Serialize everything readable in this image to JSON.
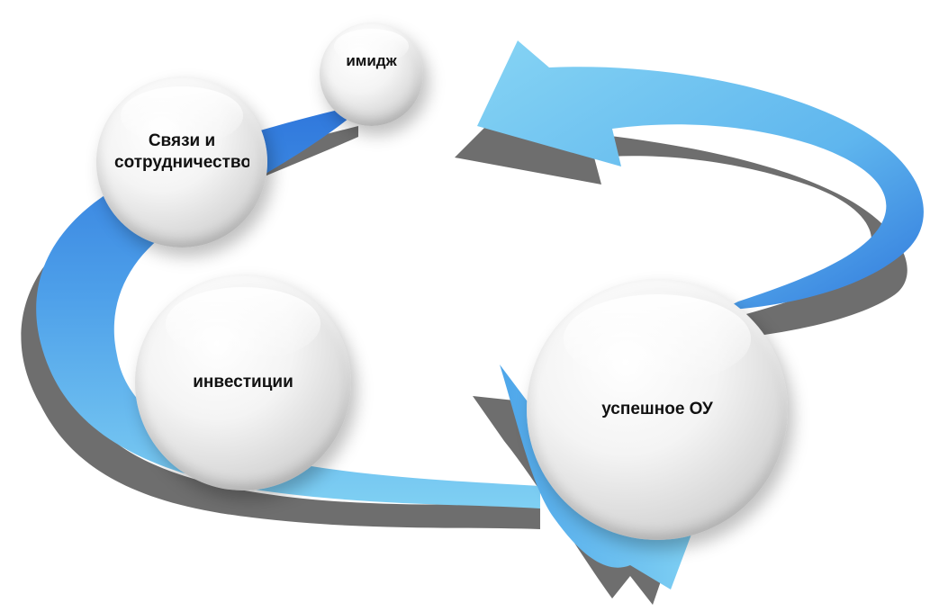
{
  "diagram": {
    "nodes": [
      {
        "id": "imidzh",
        "label": "имидж"
      },
      {
        "id": "svyazi",
        "label": "Связи и сотрудничество"
      },
      {
        "id": "invest",
        "label": "инвестиции"
      },
      {
        "id": "success",
        "label": "успешное ОУ"
      }
    ]
  },
  "colors": {
    "arrow_light": "#7fd0f3",
    "arrow_dark": "#2f77dc",
    "shadow": "#6e6e6e",
    "background": "#ffffff"
  }
}
